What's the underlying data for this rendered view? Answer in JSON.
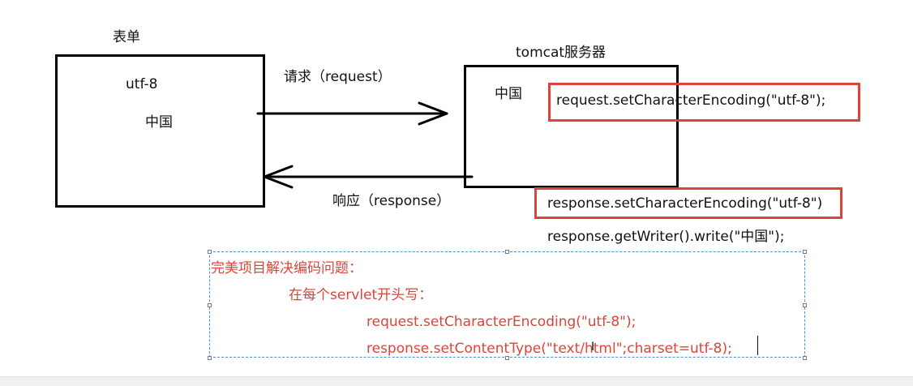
{
  "diagram": {
    "form_label": "表单",
    "form_encoding": "utf-8",
    "form_text": "中国",
    "server_label": "tomcat服务器",
    "server_text": "中国",
    "request_label": "请求（request）",
    "response_label": "响应（response）",
    "request_code": "request.setCharacterEncoding(\"utf-8\");",
    "response_code": "response.setCharacterEncoding(\"utf-8\")",
    "writer_code": "response.getWriter().write(\"中国\");"
  },
  "note": {
    "line1": "完美项目解决编码问题：",
    "line2": "在每个servlet开头写：",
    "line3": "request.setCharacterEncoding(\"utf-8\");",
    "line4": "response.setContentType(\"text/html\";charset=utf-8);"
  },
  "colors": {
    "highlight_red": "#d9453b",
    "frame_blue": "#4b8fd6",
    "ink": "#000000"
  }
}
